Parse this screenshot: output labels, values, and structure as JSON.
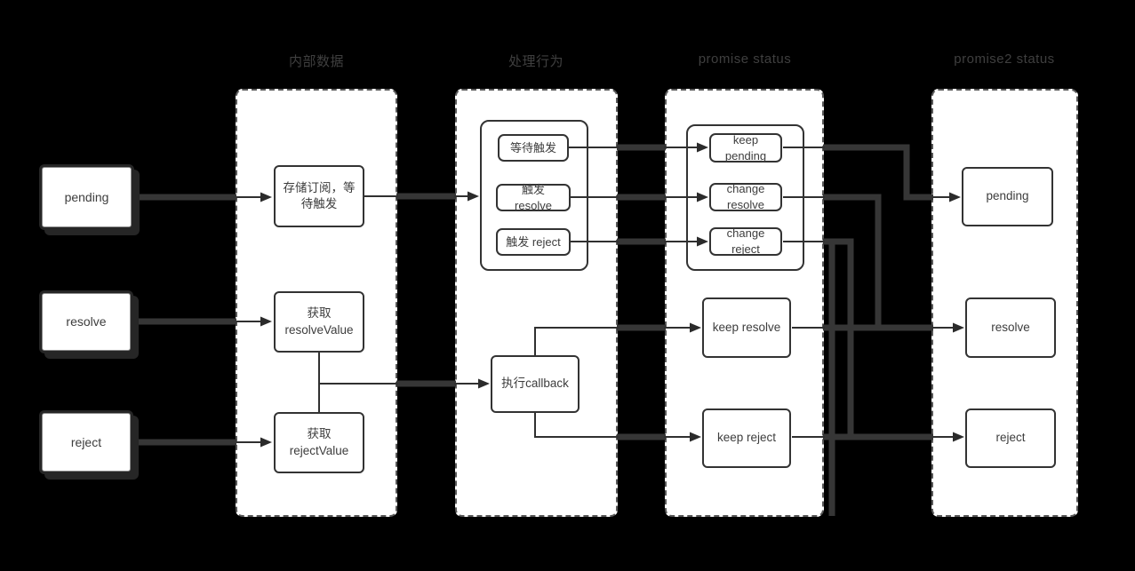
{
  "headers": {
    "internal_data": "内部数据",
    "behavior": "处理行为",
    "promise_status": "promise status",
    "promise2_status": "promise2 status"
  },
  "nodes": {
    "sources": {
      "pending": "pending",
      "resolve": "resolve",
      "reject": "reject"
    },
    "internal_data": {
      "store": "存储订阅，等待触发",
      "get_resolve_value": "获取 resolveValue",
      "get_reject_value": "获取 rejectValue"
    },
    "behavior": {
      "wait_trigger": "等待触发",
      "trigger_resolve": "触发 resolve",
      "trigger_reject": "触发 reject",
      "run_callback": "执行callback"
    },
    "promise_status": {
      "keep_pending": "keep pending",
      "change_resolve": "change resolve",
      "change_reject": "change reject",
      "keep_resolve": "keep resolve",
      "keep_reject": "keep reject"
    },
    "promise2_status": {
      "pending": "pending",
      "resolve": "resolve",
      "reject": "reject"
    }
  },
  "colors": {
    "background": "#000000",
    "panel_fill": "#ffffff",
    "panel_dash_border": "#595959",
    "box_border": "#333333",
    "connector_line": "#363636",
    "text": "#3d3d3d",
    "header_text": "#3f3f3f"
  }
}
